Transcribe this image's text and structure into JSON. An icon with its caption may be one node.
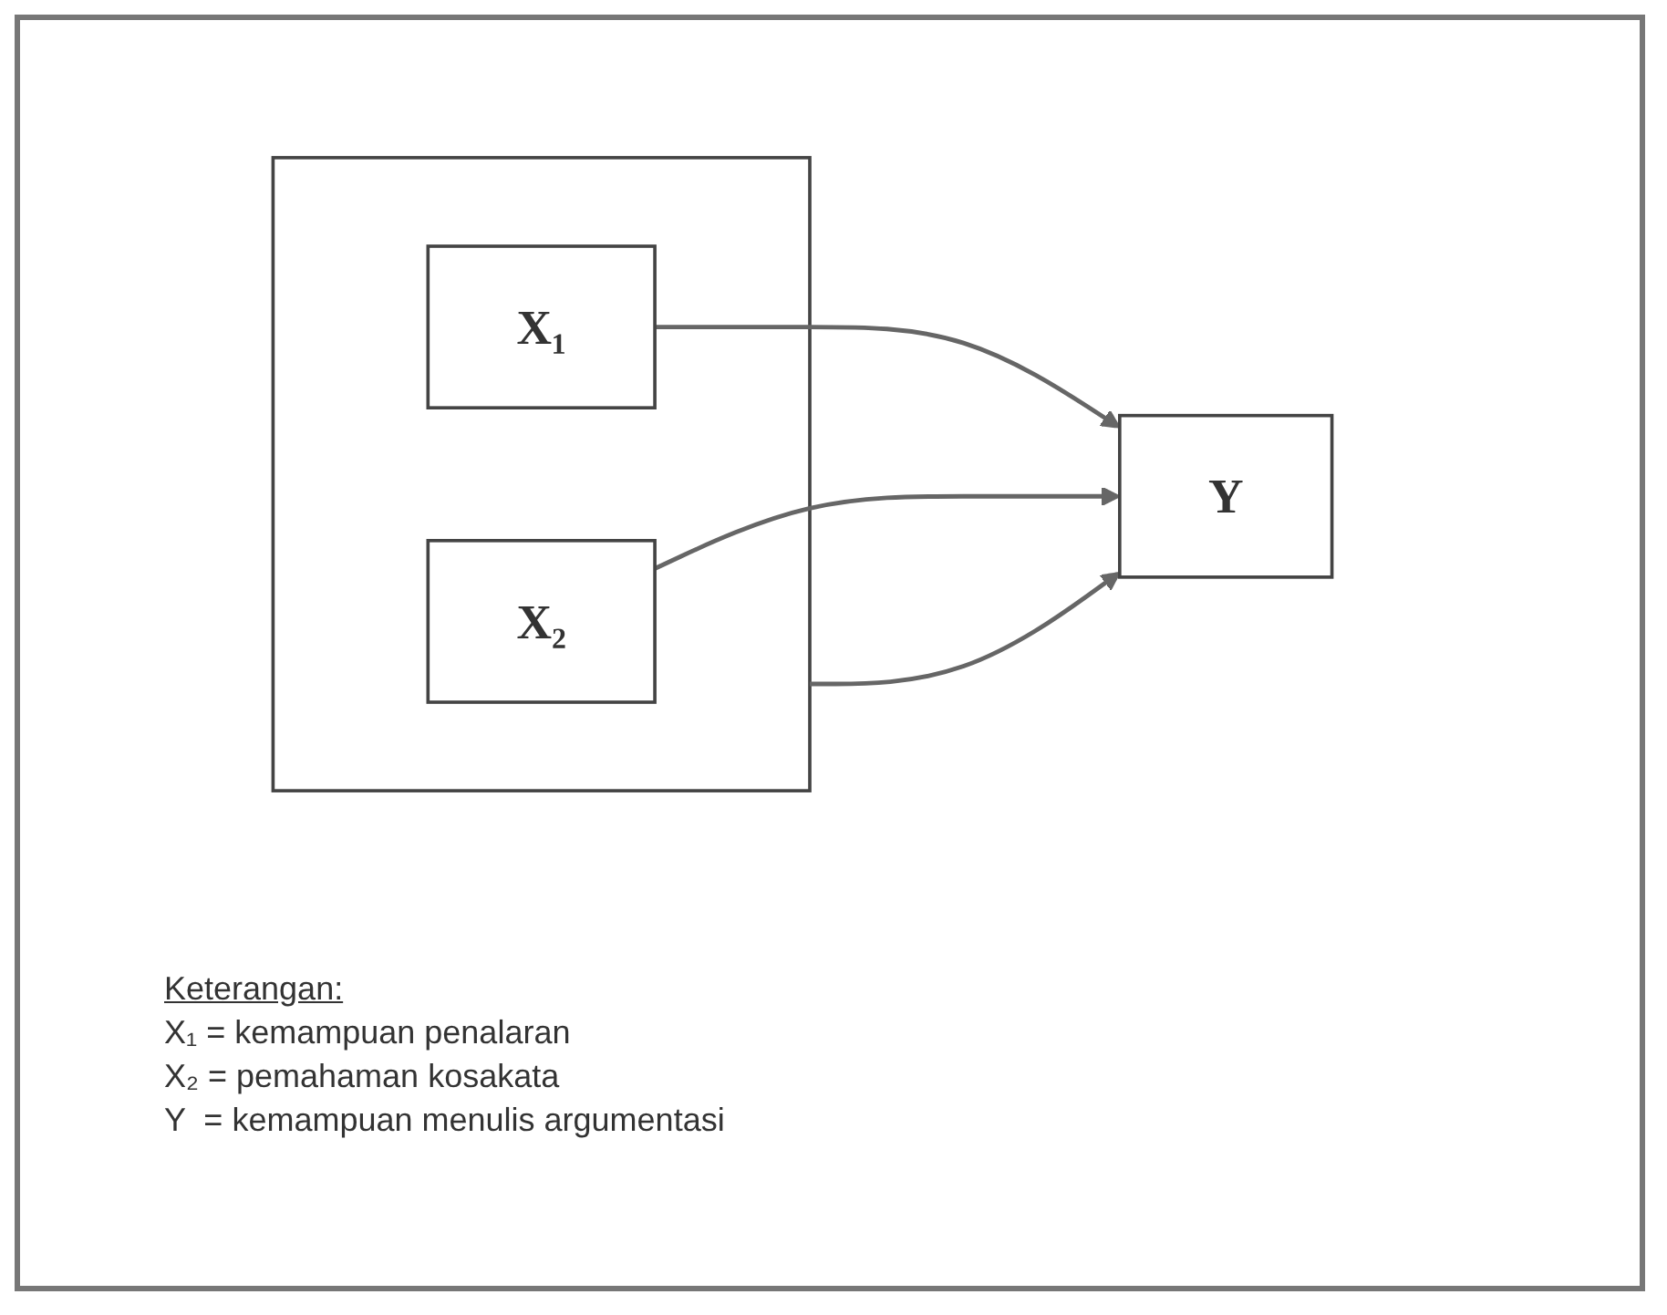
{
  "diagram": {
    "nodes": [
      {
        "text": [],
        "shape": "box"
      },
      {
        "text": [
          "X₁"
        ],
        "in": 0
      },
      {
        "text": [
          "X₂"
        ],
        "in": 0
      },
      {
        "text": [
          "Y"
        ]
      }
    ],
    "edges": [
      {
        "from": 1,
        "to": 3,
        "arrow": "to"
      },
      {
        "from": 2,
        "to": 3,
        "arrow": "to"
      },
      {
        "from": 0,
        "to": 3,
        "arrow": "to"
      }
    ],
    "labels": [
      "Keterangan:",
      "X₁ = kemampuan penalaran",
      "X₂ = pemahaman kosakata",
      "Y  = kemampuan menulis argumentasi"
    ]
  }
}
